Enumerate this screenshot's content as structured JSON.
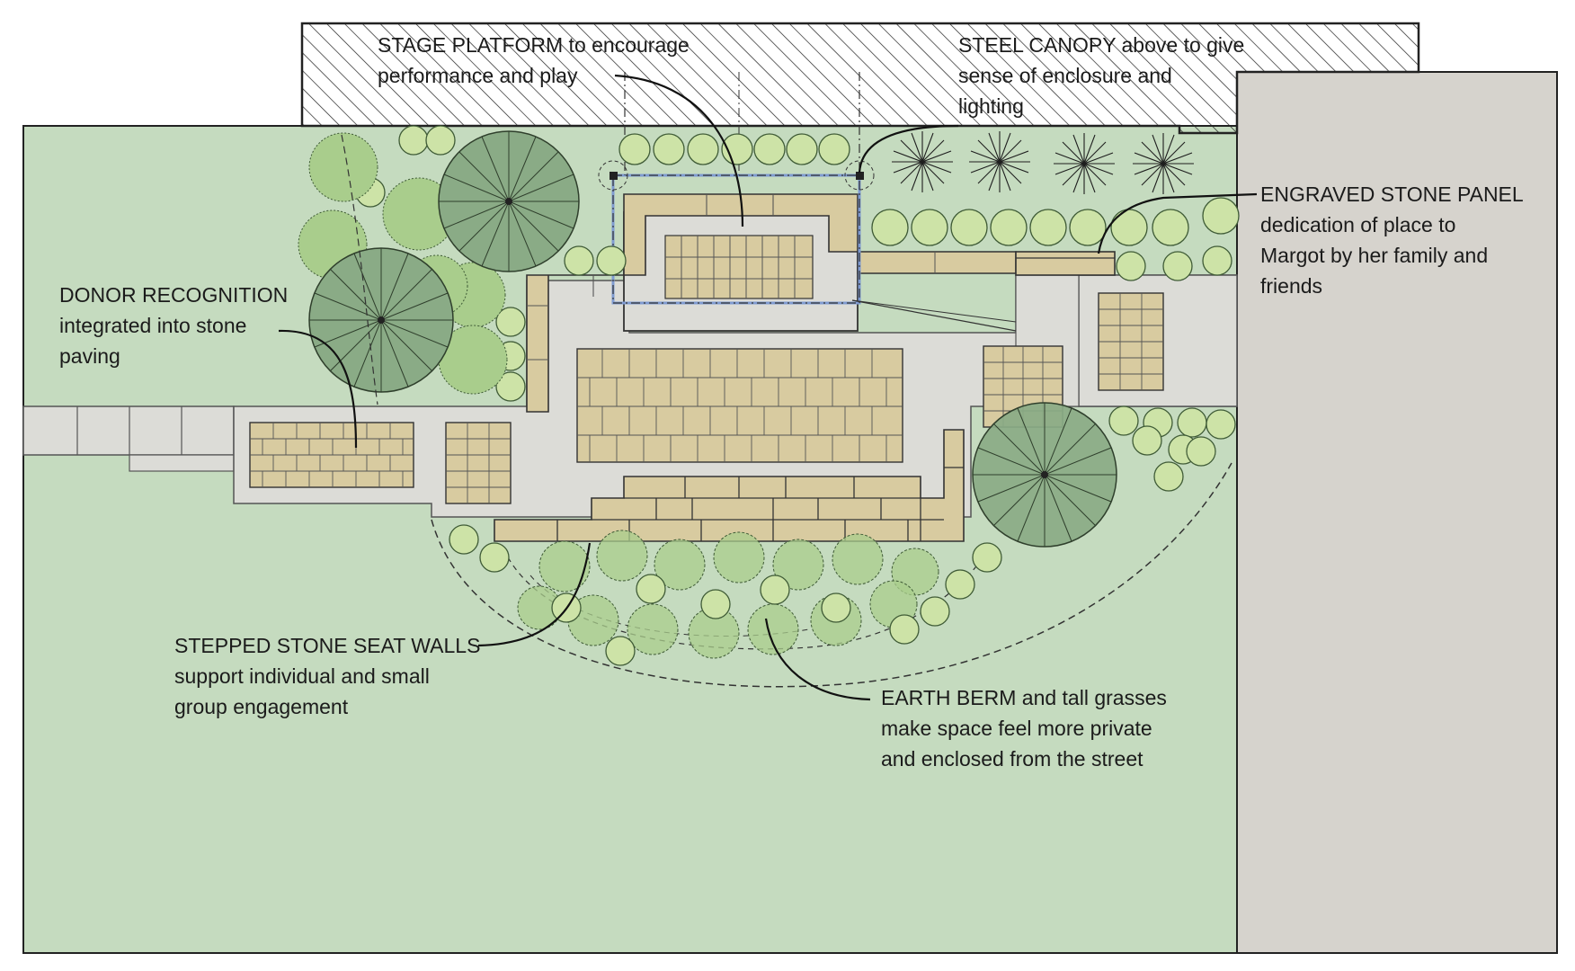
{
  "diagram": {
    "annotations": {
      "stage": {
        "line1_head": "STAGE PLATFORM",
        "line1_tail": " to encourage",
        "line2": "performance and play"
      },
      "canopy": {
        "line1_head": "STEEL CANOPY",
        "line1_tail": " above to give",
        "line2": "sense of enclosure and",
        "line3": "lighting"
      },
      "engraved": {
        "line1": "ENGRAVED STONE PANEL",
        "line2": "dedication of place to",
        "line3": "Margot by her family and",
        "line4": "friends"
      },
      "donor": {
        "line1": "DONOR RECOGNITION",
        "line2": "integrated into stone",
        "line3": "paving"
      },
      "seatwalls": {
        "line1": "STEPPED STONE SEAT WALLS",
        "line2": "support individual and small",
        "line3": "group engagement"
      },
      "berm": {
        "line1_head": "EARTH BERM",
        "line1_tail": " and tall grasses",
        "line2": "make space feel more private",
        "line3": "and enclosed from the street"
      }
    },
    "colors": {
      "lawn": "#c5dbbf",
      "paving": "#dcdcd7",
      "stone": "#d8cba0",
      "building": "#d6d3cd",
      "shrub": "#cde3a7",
      "tree_canopy": "#8aab86",
      "canopy_frame": "#7f9bd1",
      "grass_tuft": "#a9cd8c"
    }
  }
}
